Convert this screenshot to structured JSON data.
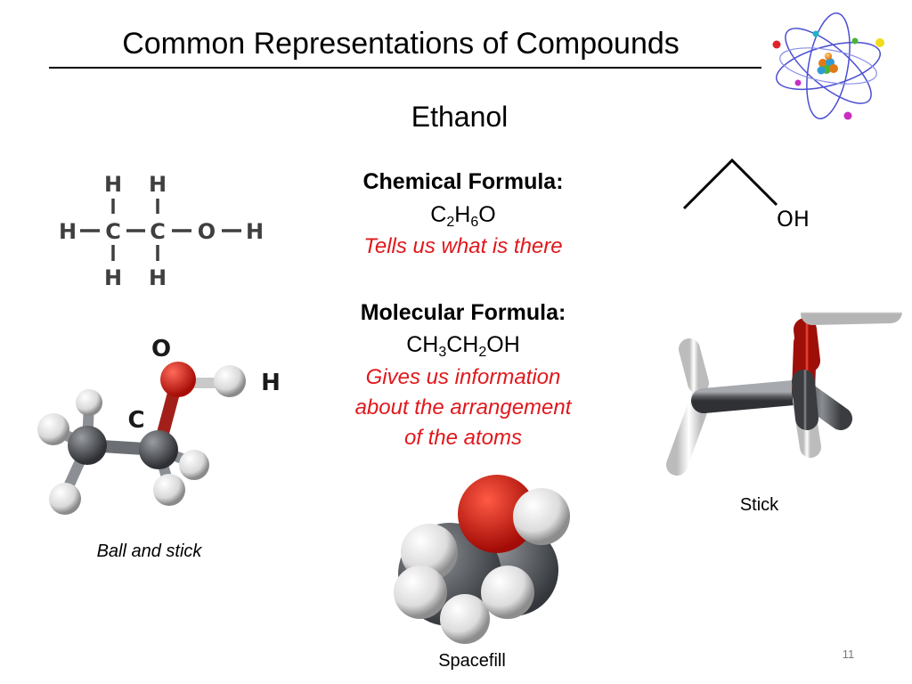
{
  "slide": {
    "title": "Common Representations of Compounds",
    "subtitle": "Ethanol",
    "page_number": "11"
  },
  "chemical_formula": {
    "label": "Chemical Formula:",
    "parts": [
      "C",
      "2",
      "H",
      "6",
      "O"
    ],
    "description": "Tells us what is there"
  },
  "molecular_formula": {
    "label": "Molecular Formula:",
    "parts": [
      "CH",
      "3",
      "CH",
      "2",
      "OH"
    ],
    "description_lines": [
      "Gives us information",
      "about the arrangement",
      "of the atoms"
    ]
  },
  "structural_formula": {
    "atoms": {
      "h": "H",
      "c": "C",
      "o": "O"
    }
  },
  "skeletal_formula": {
    "label": "OH"
  },
  "ball_and_stick": {
    "caption": "Ball and stick",
    "atom_labels": {
      "o": "O",
      "h": "H",
      "c": "C"
    }
  },
  "spacefill": {
    "caption": "Spacefill"
  },
  "stick": {
    "caption": "Stick"
  },
  "colors": {
    "title_text": "#000000",
    "emphasis_red": "#e0181c",
    "oxygen_red": "#d41a12",
    "carbon_gray": "#5d5f63",
    "hydrogen_white": "#f2f2f2",
    "page_number_gray": "#7a7a7a"
  }
}
